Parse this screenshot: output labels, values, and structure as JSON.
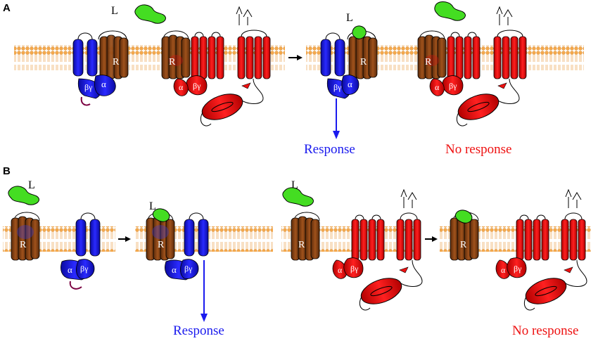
{
  "panel_a": {
    "label": "A",
    "ligand_label": "L",
    "receptor_label": "R",
    "alpha_label": "α",
    "betagamma_label": "βγ",
    "response_label": "Response",
    "no_response_label": "No response"
  },
  "panel_b": {
    "label": "B",
    "ligand_label": "L",
    "receptor_label": "R",
    "alpha_label": "α",
    "betagamma_label": "βγ",
    "response_label": "Response",
    "no_response_label": "No response"
  },
  "colors": {
    "membrane": "#f4a84c",
    "membrane_dark": "#d98a2b",
    "receptor_brown": "#8b4513",
    "gprotein_blue": "#1a1aee",
    "effector_red": "#ee1111",
    "ligand_green": "#44dd22",
    "response_blue": "#1a1aee",
    "no_response_red": "#ee1111"
  }
}
